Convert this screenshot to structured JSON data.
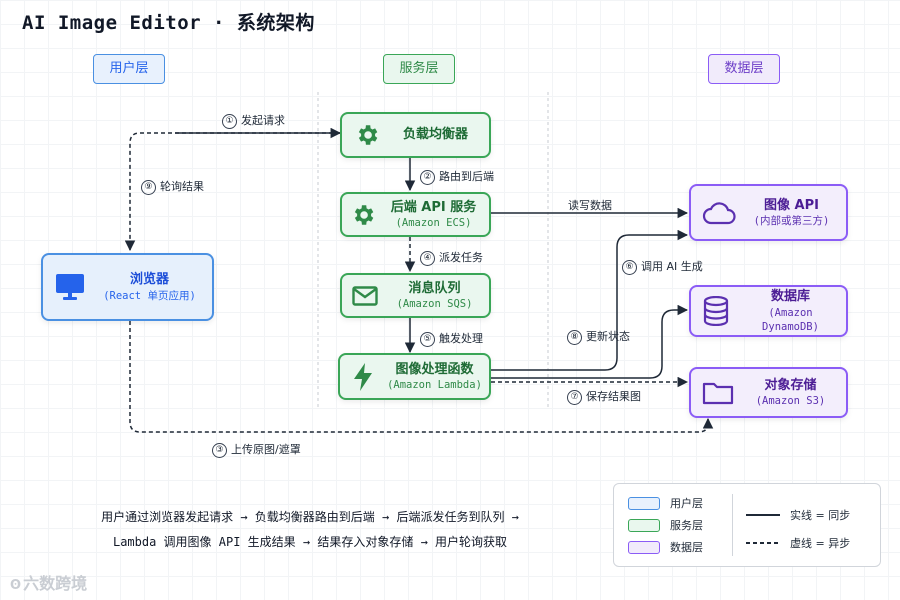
{
  "title": "AI Image Editor · 系统架构",
  "layers": {
    "user": "用户层",
    "service": "服务层",
    "data": "数据层"
  },
  "nodes": {
    "browser": {
      "name": "浏览器",
      "sub": "(React 单页应用)",
      "icon": "monitor-icon"
    },
    "lb": {
      "name": "负载均衡器",
      "icon": "gear-icon"
    },
    "backend": {
      "name": "后端 API 服务",
      "sub": "(Amazon ECS)",
      "icon": "gear-icon"
    },
    "queue": {
      "name": "消息队列",
      "sub": "(Amazon SQS)",
      "icon": "mail-icon"
    },
    "lambda": {
      "name": "图像处理函数",
      "sub": "(Amazon Lambda)",
      "icon": "lightning-icon"
    },
    "image_api": {
      "name": "图像 API",
      "sub": "(内部或第三方)",
      "icon": "cloud-icon"
    },
    "database": {
      "name": "数据库",
      "sub": "(Amazon DynamoDB)",
      "icon": "database-icon"
    },
    "storage": {
      "name": "对象存储",
      "sub": "(Amazon S3)",
      "icon": "folder-icon"
    }
  },
  "edges": [
    {
      "num": "①",
      "label": "发起请求"
    },
    {
      "num": "②",
      "label": "路由到后端"
    },
    {
      "num": "④",
      "label": "派发任务"
    },
    {
      "num": "⑤",
      "label": "触发处理"
    },
    {
      "num": "⑥",
      "label": "调用 AI 生成"
    },
    {
      "num": "⑧",
      "label": "更新状态"
    },
    {
      "num": "⑦",
      "label": "保存结果图"
    },
    {
      "num": "③",
      "label": "上传原图/遮罩"
    },
    {
      "num": "⑨",
      "label": "轮询结果"
    },
    {
      "num": "",
      "label": "读写数据"
    }
  ],
  "summary": {
    "line1": "用户通过浏览器发起请求 → 负载均衡器路由到后端 → 后端派发任务到队列 →",
    "line2": "Lambda 调用图像 API 生成结果 → 结果存入对象存储 → 用户轮询获取"
  },
  "legend": {
    "user": "用户层",
    "service": "服务层",
    "data": "数据层",
    "solid": "实线 = 同步",
    "dashed": "虚线 = 异步"
  },
  "colors": {
    "user": "#4a90e2",
    "service": "#3aa657",
    "data": "#8b5cf6",
    "line": "#1f2937"
  },
  "watermark": "六数跨境"
}
